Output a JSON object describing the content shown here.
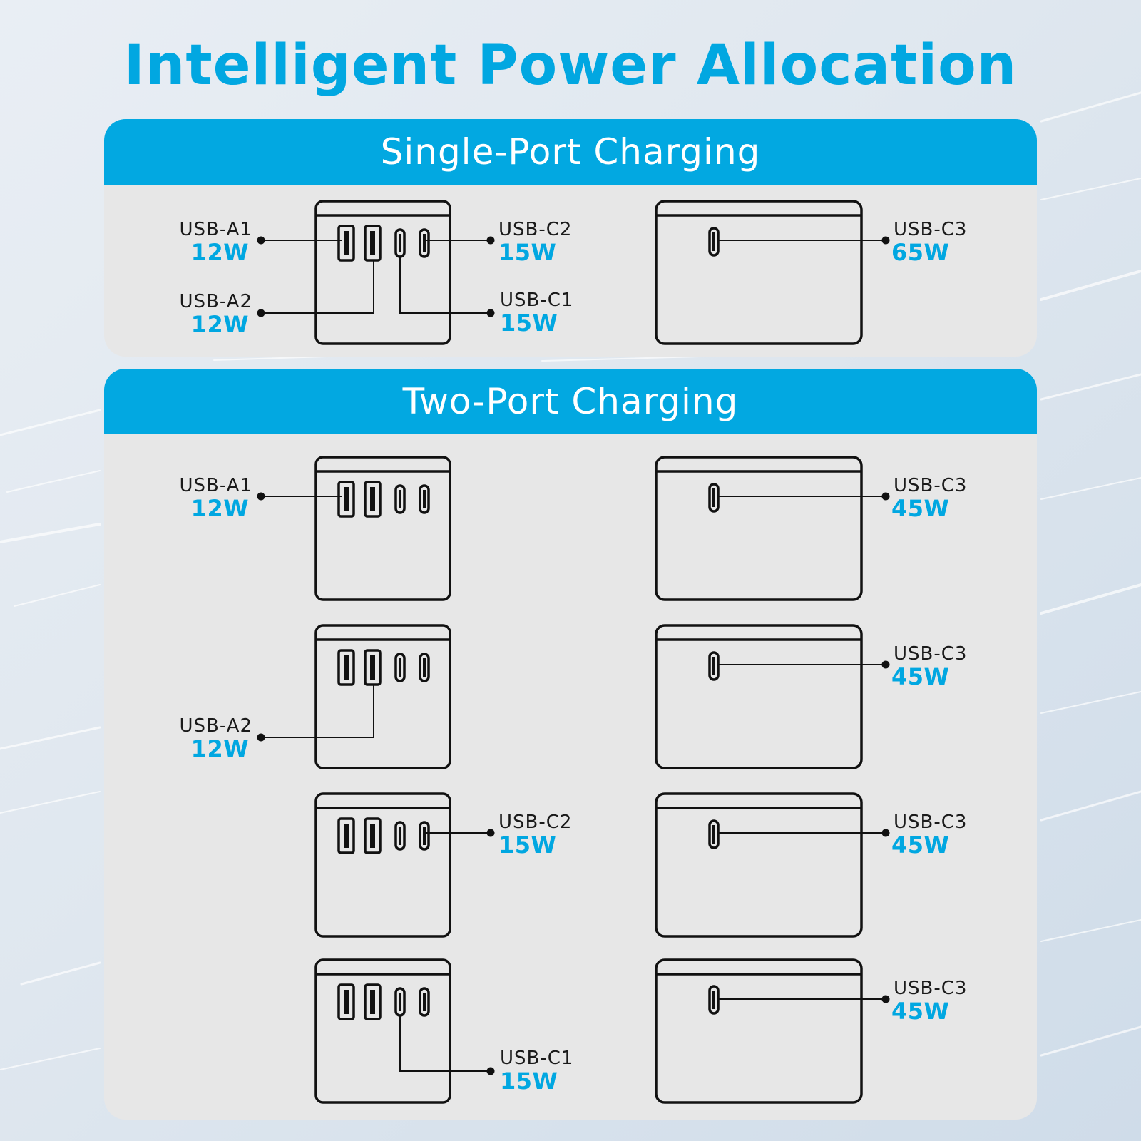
{
  "title": "Intelligent Power Allocation",
  "colors": {
    "accent": "#01a7e1",
    "header_bg": "#02a8e1",
    "panel_bg": "#e7e7e7",
    "outline": "#111111",
    "text": "#1a1a1a"
  },
  "single_port": {
    "header": "Single-Port Charging",
    "usb_a1": {
      "name": "USB-A1",
      "watt": "12W"
    },
    "usb_a2": {
      "name": "USB-A2",
      "watt": "12W"
    },
    "usb_c2": {
      "name": "USB-C2",
      "watt": "15W"
    },
    "usb_c1": {
      "name": "USB-C1",
      "watt": "15W"
    },
    "usb_c3": {
      "name": "USB-C3",
      "watt": "65W"
    }
  },
  "two_port": {
    "header": "Two-Port Charging",
    "rows": [
      {
        "left_name": "USB-A1",
        "left_watt": "12W",
        "right_name": "USB-C3",
        "right_watt": "45W"
      },
      {
        "left_name": "USB-A2",
        "left_watt": "12W",
        "right_name": "USB-C3",
        "right_watt": "45W"
      },
      {
        "left_name": "USB-C2",
        "left_watt": "15W",
        "right_name": "USB-C3",
        "right_watt": "45W"
      },
      {
        "left_name": "USB-C1",
        "left_watt": "15W",
        "right_name": "USB-C3",
        "right_watt": "45W"
      }
    ]
  }
}
